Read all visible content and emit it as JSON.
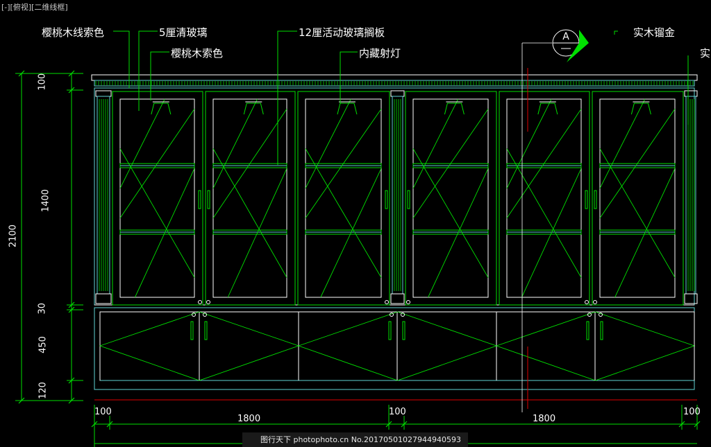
{
  "viewport_label": "[-][俯视][二维线框]",
  "callouts": {
    "c1": "樱桃木线索色",
    "c2": "5厘清玻璃",
    "c3": "樱桃木索色",
    "c4": "12厘活动玻璃搁板",
    "c5": "内藏射灯",
    "c6": "实木镏金",
    "c7": "实"
  },
  "section_marker": "A",
  "dimensions": {
    "left": {
      "d100": "100",
      "d1400": "1400",
      "d30": "30",
      "d450": "450",
      "d120": "120",
      "d2100": "2100"
    },
    "bottom": {
      "b100a": "100",
      "b1800a": "1800",
      "b100b": "100",
      "b1800b": "1800",
      "b100c": "100"
    }
  },
  "watermark": {
    "text": "图行天下 photophoto.cn  No.20170501027944940593"
  },
  "colors": {
    "background": "#000000",
    "green": "#00e000",
    "lime": "#7cff5a",
    "cyan": "#5fd3d3",
    "white": "#ffffff",
    "red": "#e00000"
  }
}
